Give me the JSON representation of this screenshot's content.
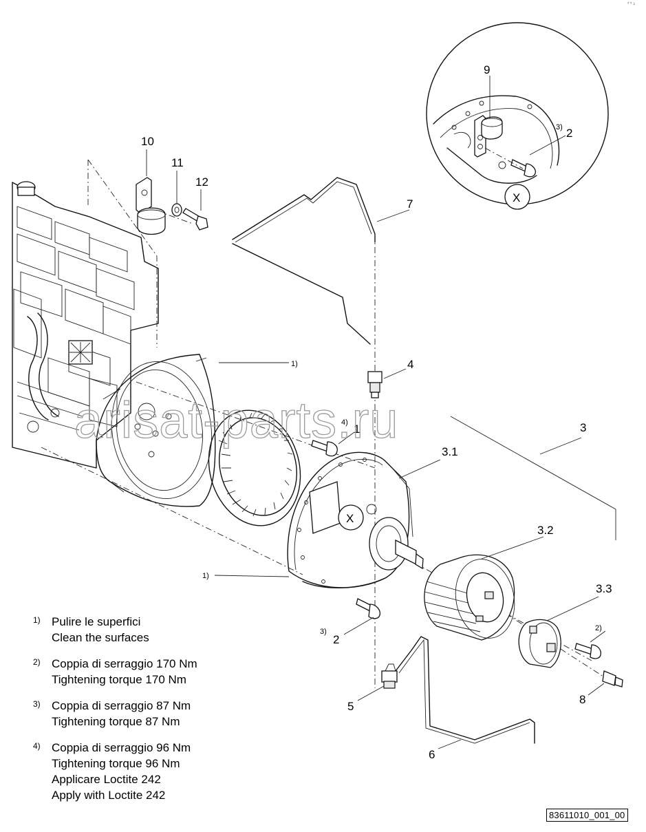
{
  "callouts": {
    "c1_top": "1)",
    "c1_bolt": "1",
    "c1_bolt_sup": "4)",
    "c1_left": "1)",
    "c2": "2",
    "c2_sup": "3)",
    "c2_right_sup": "2)",
    "c2_detail": "2",
    "c2_detail_sup": "3)",
    "c3": "3",
    "c3_1": "3.1",
    "c3_2": "3.2",
    "c3_3": "3.3",
    "c4": "4",
    "c5": "5",
    "c6": "6",
    "c7": "7",
    "c8": "8",
    "c9": "9",
    "c10": "10",
    "c11": "11",
    "c12": "12",
    "x_main": "X",
    "x_detail": "X"
  },
  "notes": [
    {
      "num": "1)",
      "lines": [
        "Pulire le superfici",
        "Clean the surfaces"
      ]
    },
    {
      "num": "2)",
      "lines": [
        "Coppia di serraggio 170 Nm",
        "Tightening torque 170 Nm"
      ]
    },
    {
      "num": "3)",
      "lines": [
        "Coppia di serraggio 87 Nm",
        "Tightening torque 87 Nm"
      ]
    },
    {
      "num": "4)",
      "lines": [
        "Coppia di serraggio 96 Nm",
        "Tightening torque 96 Nm",
        "Applicare Loctite 242",
        "Apply with Loctite 242"
      ]
    }
  ],
  "watermark": "arisat-parts.ru",
  "reference": "83611010_001_00",
  "corner_mark": "⸢⸣ ¹"
}
